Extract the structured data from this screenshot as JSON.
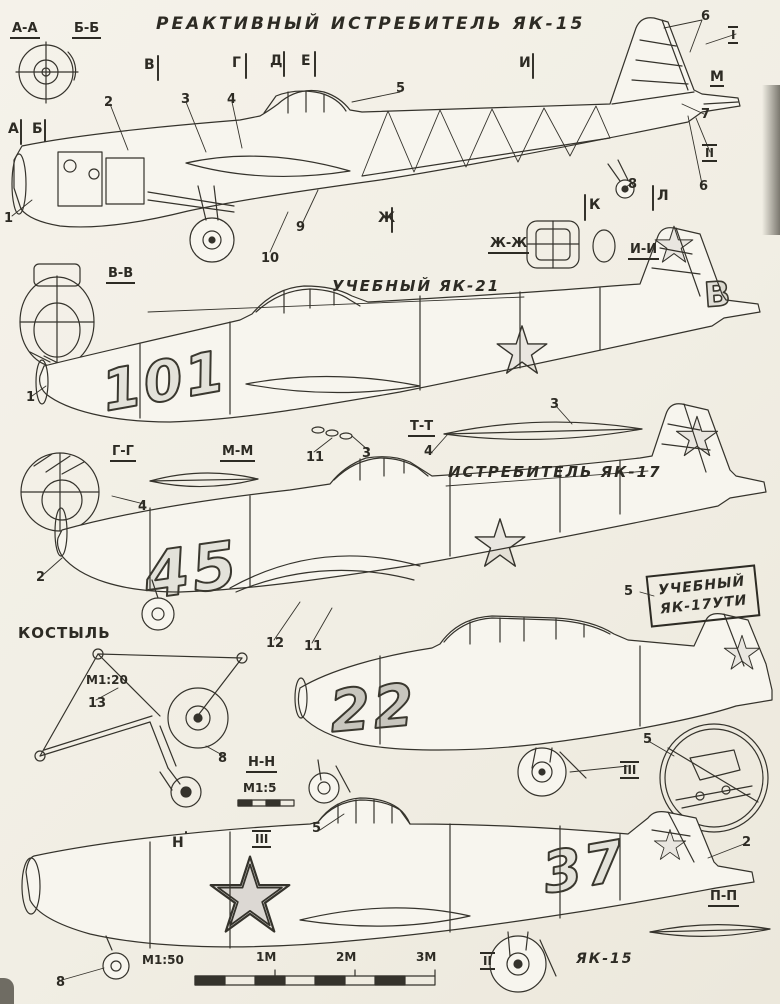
{
  "titles": {
    "main": "РЕАКТИВНЫЙ ИСТРЕБИТЕЛЬ ЯК-15",
    "yak21": "УЧЕБНЫЙ ЯК-21",
    "yak17": "ИСТРЕБИТЕЛЬ ЯК-17",
    "uti1": "УЧЕБНЫЙ",
    "uti2": "ЯК-17УТИ",
    "yak15_side": "ЯК-15",
    "tail_skid": "КОСТЫЛЬ"
  },
  "tactical": {
    "yak21": "101",
    "yak17": "45",
    "yak17uti": "22",
    "yak15": "37"
  },
  "tail_letter": "В",
  "sections": {
    "aa": "А-А",
    "bb": "Б-Б",
    "vv": "В-В",
    "gg": "Г-Г",
    "mm": "М-М",
    "zhzh": "Ж-Ж",
    "ii": "И-И",
    "tt": "Т-Т",
    "nn": "Н-Н",
    "pp": "П-П"
  },
  "markers": {
    "a": "А",
    "b": "Б",
    "v": "В",
    "g": "Г",
    "d": "Д",
    "e": "Е",
    "i": "И",
    "zh": "Ж",
    "k": "К",
    "l": "Л",
    "n": "Н",
    "m": "М"
  },
  "callouts": {
    "c1": "1",
    "c2": "2",
    "c3": "3",
    "c4": "4",
    "c5": "5",
    "c6": "6",
    "c7": "7",
    "c8": "8",
    "c9": "9",
    "c10": "10",
    "c11": "11",
    "c12": "12",
    "c13": "13"
  },
  "romans": {
    "r1": "I",
    "r2": "II",
    "r3": "III"
  },
  "scales": {
    "m120": "М1:20",
    "m15": "М1:5",
    "m150": "М1:50"
  },
  "ticks": {
    "t1": "1М",
    "t2": "2М",
    "t3": "3М"
  },
  "colors": {
    "ink": "#35332c",
    "paper": "#f3f0e8"
  }
}
